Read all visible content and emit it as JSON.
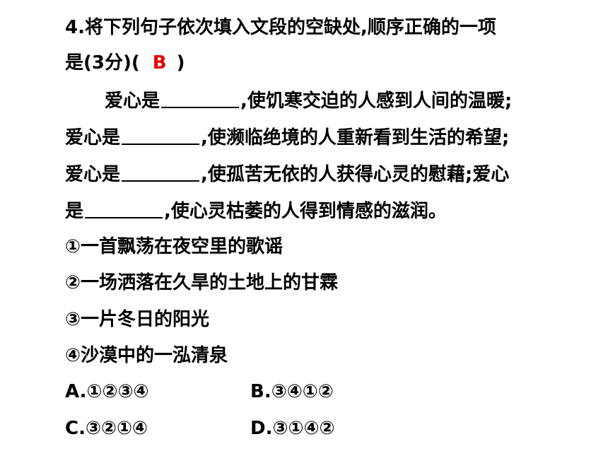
{
  "question": {
    "line1": "4.将下列句子依次填入文段的空缺处,顺序正确的一项",
    "line2_prefix": "是(3分)(",
    "answer": "B",
    "line2_suffix": ")"
  },
  "passage": {
    "p1_a": "爱心是",
    "p1_b": ",使饥寒交迫的人感到人间的温暖;",
    "p2_a": "爱心是",
    "p2_b": ",使濒临绝境的人重新看到生活的希望;",
    "p3_a": "爱心是",
    "p3_b": ",使孤苦无依的人获得心灵的慰藉;爱心",
    "p4_a": "是",
    "p4_b": ",使心灵枯萎的人得到情感的滋润。"
  },
  "sentences": [
    "①一首飘荡在夜空里的歌谣",
    "②一场洒落在久旱的土地上的甘霖",
    "③一片冬日的阳光",
    "④沙漠中的一泓清泉"
  ],
  "options": {
    "A": "A.①②③④",
    "B": "B.③④①②",
    "C": "C.③②①④",
    "D": "D.③①④②"
  }
}
